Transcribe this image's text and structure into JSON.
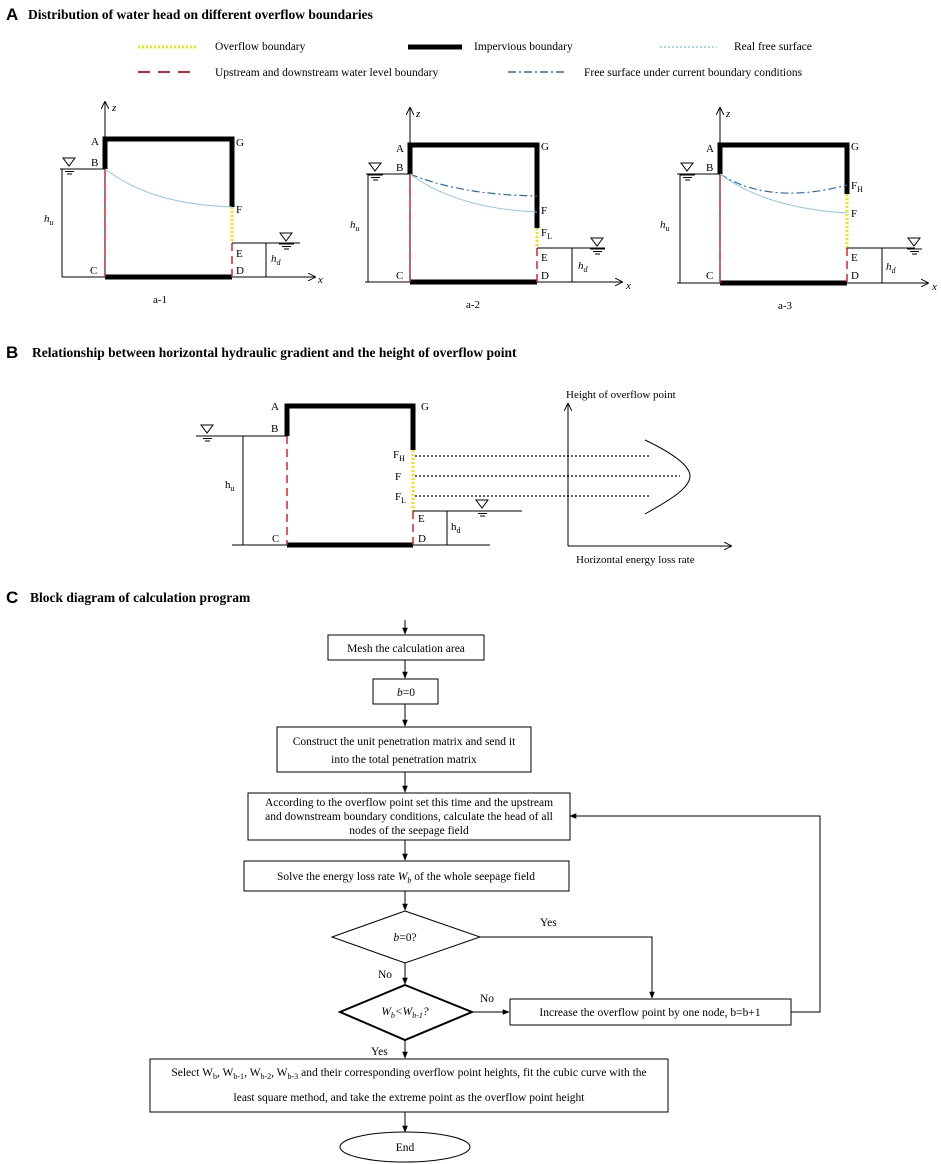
{
  "sections": {
    "a": {
      "letter": "A",
      "title": "Distribution of water head on different overflow boundaries"
    },
    "b": {
      "letter": "B",
      "title": "Relationship between horizontal hydraulic gradient and the height of overflow point"
    },
    "c": {
      "letter": "C",
      "title": "Block diagram of calculation program"
    }
  },
  "legend": {
    "overflow": "Overflow boundary",
    "impervious": "Impervious boundary",
    "real_surface": "Real free surface",
    "water_level": "Upstream and downstream water level boundary",
    "current_surface": "Free surface under current boundary conditions"
  },
  "colors": {
    "overflow": "#f2e600",
    "water_level": "#e0202a",
    "real_surface": "#8fc6e8",
    "current_surface": "#2b6cb0",
    "impervious": "#000000"
  },
  "points": {
    "A": "A",
    "B": "B",
    "C": "C",
    "D": "D",
    "E": "E",
    "F": "F",
    "G": "G",
    "FH": "F",
    "FH_sub": "H",
    "FL": "F",
    "FL_sub": "L"
  },
  "axes": {
    "z": "z",
    "x": "x"
  },
  "heads": {
    "hu_h": "h",
    "hu_sub": "u",
    "hd_h": "h",
    "hd_sub": "d"
  },
  "captions": {
    "a1": "a-1",
    "a2": "a-2",
    "a3": "a-3"
  },
  "graph_b": {
    "yaxis": "Height of overflow point",
    "xaxis": "Horizontal energy loss rate"
  },
  "flow": {
    "mesh": "Mesh the calculation area",
    "b0_var": "b",
    "b0_rest": "=0",
    "construct_1": "Construct the unit penetration matrix and send it",
    "construct_2": "into the total penetration matrix",
    "calc_1": "According to the overflow point set this time and the upstream",
    "calc_2": "and downstream boundary conditions, calculate the head of all",
    "calc_3": "nodes of the seepage field",
    "solve_pre": "Solve the energy loss rate ",
    "solve_W": "W",
    "solve_sub": "b",
    "solve_post": " of the whole seepage field",
    "dec1_var": "b",
    "dec1_rest": "=0?",
    "dec2_W1": "W",
    "dec2_s1": "b",
    "dec2_lt": "<W",
    "dec2_s2": "b-1",
    "dec2_q": "?",
    "yes": "Yes",
    "no": "No",
    "increase": "Increase the overflow point by one node, b=b+1",
    "select_1a": "Select W",
    "select_1b": "b",
    "select_1c": ", W",
    "select_1d": "b-1",
    "select_1e": ", W",
    "select_1f": "b-2",
    "select_1g": ", W",
    "select_1h": "b-3",
    "select_1i": " and their corresponding overflow point heights, fit the cubic curve with the",
    "select_2": "least square method, and take the extreme point as the overflow point height",
    "end": "End"
  }
}
